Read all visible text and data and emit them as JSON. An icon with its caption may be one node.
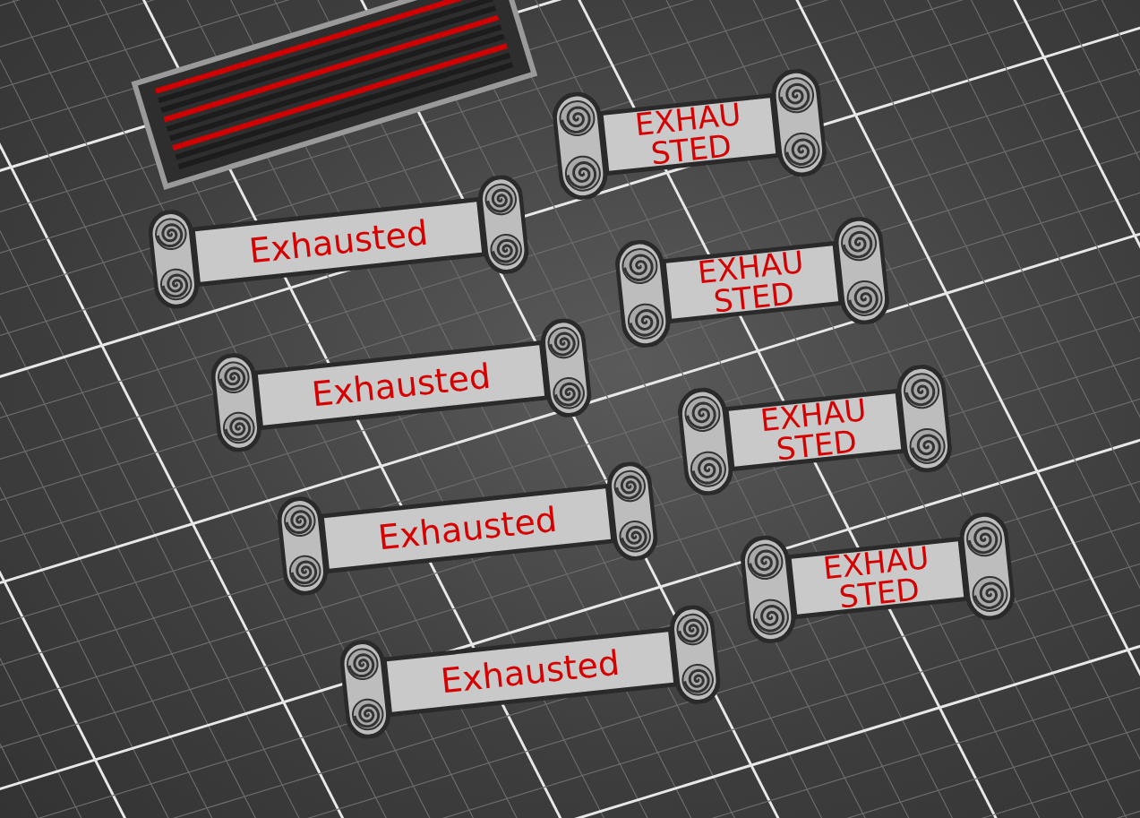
{
  "diagram": {
    "nodes": [
      {
        "text": [
          "Exhausted"
        ]
      },
      {
        "text": [
          "Exhausted"
        ]
      },
      {
        "text": [
          "Exhausted"
        ]
      },
      {
        "text": [
          "Exhausted"
        ]
      },
      {
        "text": [
          "EXHAU STED"
        ]
      },
      {
        "text": [
          "EXHAU STED"
        ]
      },
      {
        "text": [
          "EXHAU STED"
        ]
      },
      {
        "text": [
          "EXHAU STED"
        ]
      }
    ]
  }
}
